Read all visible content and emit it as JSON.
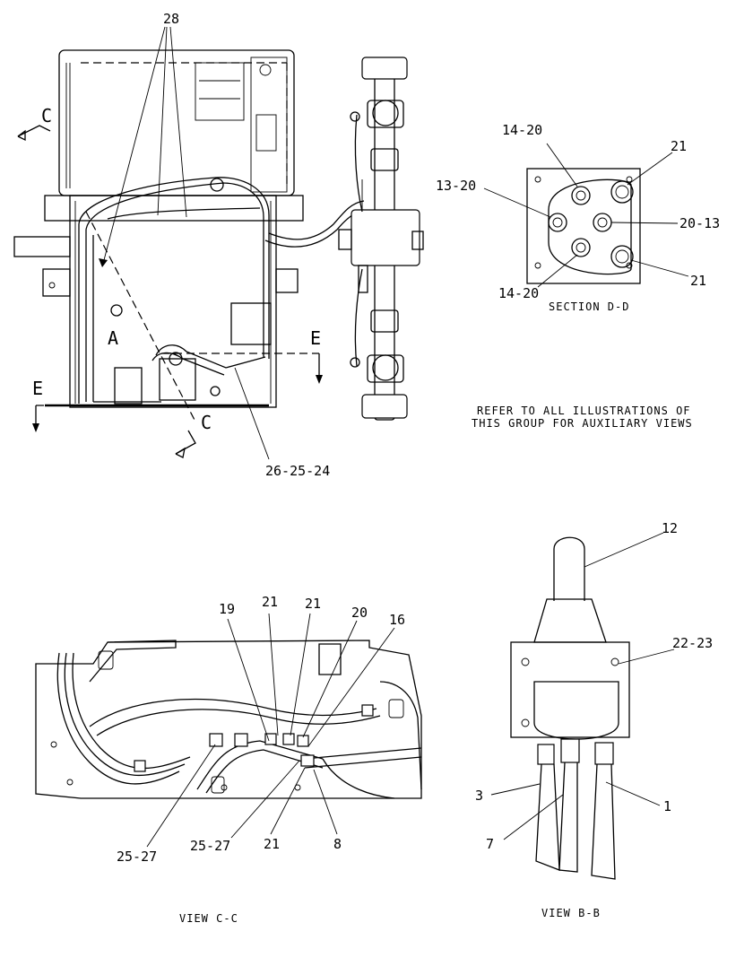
{
  "view_main": {
    "callouts": {
      "c28": "28",
      "c26": "26-25-24",
      "sec_c_top": "C",
      "sec_c_bot": "C",
      "sec_e_right": "E",
      "sec_e_left": "E",
      "view_a": "A"
    }
  },
  "section_dd": {
    "caption": "SECTION D-D",
    "callouts": {
      "c14a": "14-20",
      "c21a": "21",
      "c13": "13-20",
      "c20": "20-13",
      "c14b": "14-20",
      "c21b": "21"
    }
  },
  "note": {
    "line1": "REFER TO ALL ILLUSTRATIONS OF",
    "line2": "THIS GROUP FOR AUXILIARY VIEWS"
  },
  "view_cc": {
    "caption": "VIEW C-C",
    "callouts": {
      "c19": "19",
      "c21a": "21",
      "c21b": "21",
      "c20": "20",
      "c16": "16",
      "c2527a": "25-27",
      "c2527b": "25-27",
      "c21c": "21",
      "c8": "8"
    }
  },
  "view_bb": {
    "caption": "VIEW B-B",
    "callouts": {
      "c12": "12",
      "c2223": "22-23",
      "c3": "3",
      "c1": "1",
      "c7": "7"
    }
  }
}
